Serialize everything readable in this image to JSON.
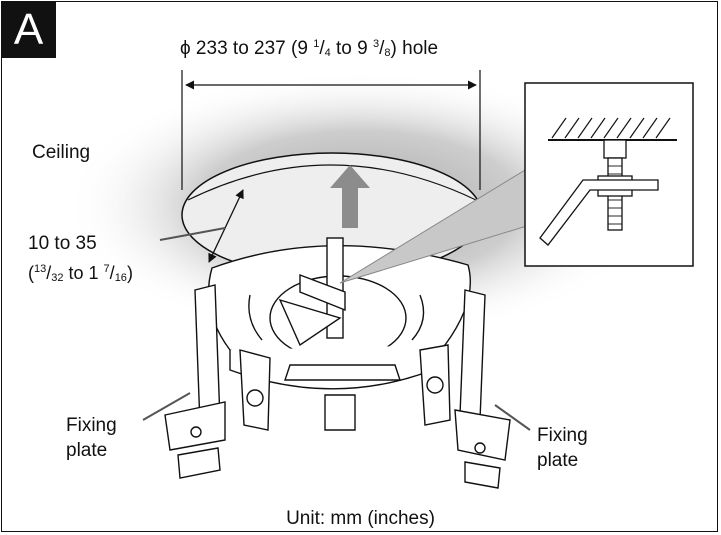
{
  "panel": {
    "badge": "A"
  },
  "hole_dimension": {
    "phi": "ϕ",
    "text_a": " 233 to 237 (9 ",
    "frac1_num": "1",
    "frac1_den": "4",
    "text_b": " to 9 ",
    "frac2_num": "3",
    "frac2_den": "8",
    "text_c": ") hole"
  },
  "labels": {
    "ceiling": "Ceiling",
    "depth_mm": "10 to 35",
    "depth_in": {
      "open": "(",
      "f1_num": "13",
      "f1_den": "32",
      "mid": " to 1 ",
      "f2_num": "7",
      "f2_den": "16",
      "close": ")"
    },
    "fixing_left": [
      "Fixing",
      "plate"
    ],
    "fixing_right": [
      "Fixing",
      "plate"
    ],
    "unit": "Unit: mm (inches)"
  },
  "colors": {
    "line": "#111111",
    "hole_glow": "#b8b8b8",
    "hole_fill": "#eeeeee",
    "arrow": "#8c8c8c",
    "bracket_fill": "#ffffff"
  }
}
